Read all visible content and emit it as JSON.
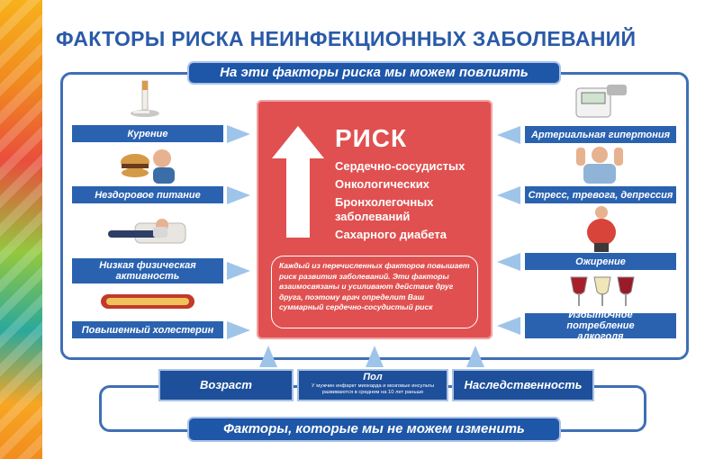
{
  "title": "ФАКТОРЫ РИСКА НЕИНФЕКЦИОННЫХ ЗАБОЛЕВАНИЙ",
  "top_banner": "На эти факторы риска мы можем повлиять",
  "bottom_banner": "Факторы, которые мы не можем изменить",
  "left_factors": [
    {
      "label": "Курение",
      "icon": "cigarette-icon"
    },
    {
      "label": "Нездоровое питание",
      "icon": "burger-icon"
    },
    {
      "label": "Низкая физическая активность",
      "icon": "couch-icon"
    },
    {
      "label": "Повышенный холестерин",
      "icon": "artery-icon"
    }
  ],
  "right_factors": [
    {
      "label": "Артериальная гипертония",
      "icon": "blood-pressure-monitor-icon"
    },
    {
      "label": "Стресс, тревога, депрессия",
      "icon": "stressed-man-icon"
    },
    {
      "label": "Ожирение",
      "icon": "obese-person-icon"
    },
    {
      "label": "Избыточное потребление алкоголя",
      "icon": "wine-glasses-icon"
    }
  ],
  "risk": {
    "title": "РИСК",
    "items": [
      "Сердечно-сосудистых",
      "Онкологических",
      "Бронхолегочных заболеваний",
      "Сахарного диабета"
    ],
    "note": "Каждый из перечисленных факторов повышает риск развития заболеваний. Эти факторы взаимосвязаны и усиливают действие друг друга, поэтому врач определит Ваш суммарный сердечно-сосудистый риск"
  },
  "fixed_factors": [
    {
      "label": "Возраст",
      "sub": ""
    },
    {
      "label": "Пол",
      "sub": "У мужчин инфаркт миокарда и мозговые инсульты развиваются в среднем на 10 лет раньше"
    },
    {
      "label": "Наследственность",
      "sub": ""
    }
  ],
  "colors": {
    "title_blue": "#2a5aa8",
    "label_blue": "#2a62b0",
    "risk_red": "#e05050",
    "arrow_blue": "#9fc4ea"
  }
}
